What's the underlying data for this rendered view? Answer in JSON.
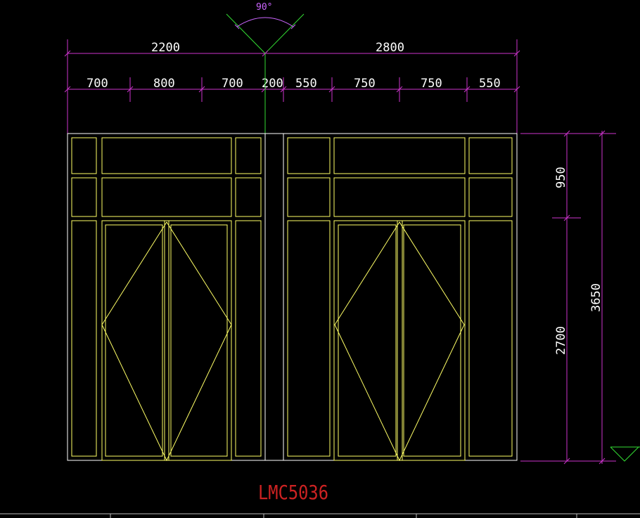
{
  "drawing": {
    "label": "LMC5036",
    "angle": "90°",
    "top_dims": {
      "left_total": "2200",
      "right_total": "2800"
    },
    "sub_dims": [
      "700",
      "800",
      "700",
      "200",
      "550",
      "750",
      "750",
      "550"
    ],
    "side_dims": {
      "upper": "950",
      "lower": "2700",
      "total": "3650"
    }
  },
  "colors": {
    "background": "#000000",
    "dimension": "#cc33cc",
    "frame": "#ffff66",
    "label": "#cc2222",
    "symbol": "#33dd33"
  }
}
